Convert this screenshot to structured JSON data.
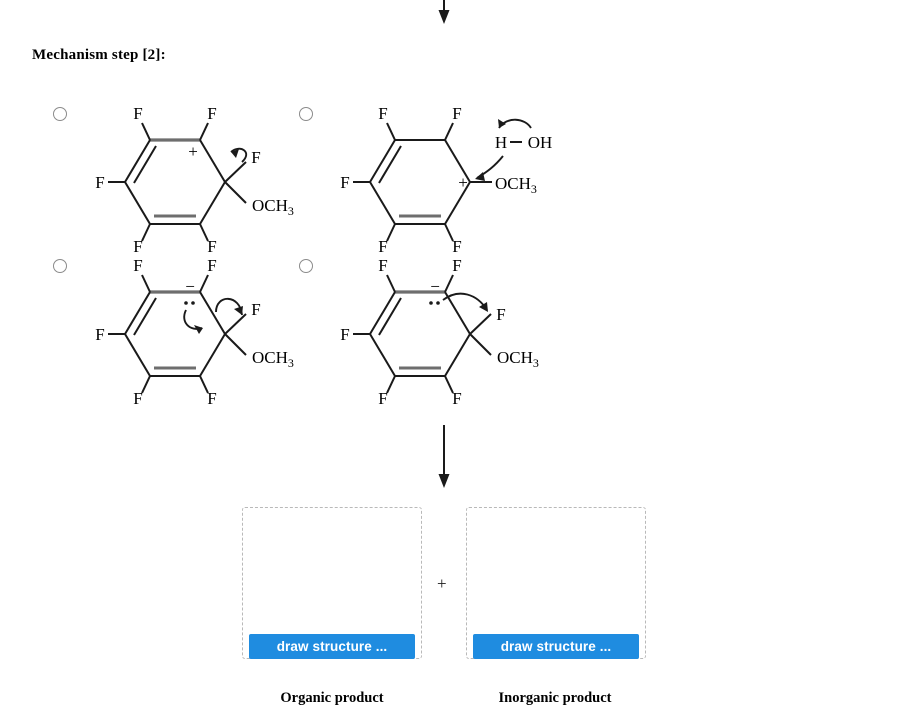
{
  "heading": "Mechanism step [2]:",
  "arrows": {
    "top_arrow": "down-arrow",
    "middle_arrow": "down-arrow"
  },
  "options": [
    {
      "id": "option-1",
      "selected": false,
      "charge": "+",
      "lone_pair": false,
      "ring_labels": [
        "F",
        "F",
        "F",
        "F",
        "F"
      ],
      "substituent_f": "F",
      "substituent_och3": "OCH3",
      "och3_label": "OCH",
      "och3_sub": "3",
      "arrow_count": 1,
      "reagent": ""
    },
    {
      "id": "option-2",
      "selected": false,
      "charge": "+",
      "lone_pair": false,
      "ring_labels": [
        "F",
        "F",
        "F",
        "F",
        "F"
      ],
      "substituent_f": "",
      "substituent_och3": "OCH3",
      "och3_label": "OCH",
      "och3_sub": "3",
      "arrow_count": 2,
      "reagent_h": "H",
      "reagent_bond": "—",
      "reagent_oh": "OH"
    },
    {
      "id": "option-3",
      "selected": false,
      "charge": "−",
      "lone_pair": true,
      "ring_labels": [
        "F",
        "F",
        "F",
        "F",
        "F"
      ],
      "substituent_f": "F",
      "substituent_och3": "OCH3",
      "och3_label": "OCH",
      "och3_sub": "3",
      "arrow_count": 2,
      "reagent": ""
    },
    {
      "id": "option-4",
      "selected": false,
      "charge": "−",
      "lone_pair": true,
      "ring_labels": [
        "F",
        "F",
        "F",
        "F",
        "F"
      ],
      "substituent_f": "F",
      "substituent_och3": "OCH3",
      "och3_label": "OCH",
      "och3_sub": "3",
      "arrow_count": 1,
      "reagent": ""
    }
  ],
  "products": {
    "separator": "+",
    "organic": {
      "button_label": "draw structure ...",
      "caption": "Organic product"
    },
    "inorganic": {
      "button_label": "draw structure ...",
      "caption": "Inorganic product"
    }
  },
  "colors": {
    "button_blue": "#1f8ce0",
    "dashed_border": "#b9b9b9",
    "radio_border": "#8b8b8b",
    "bond_black": "#1a1a1a",
    "bond_gray": "#6e6e6e"
  }
}
